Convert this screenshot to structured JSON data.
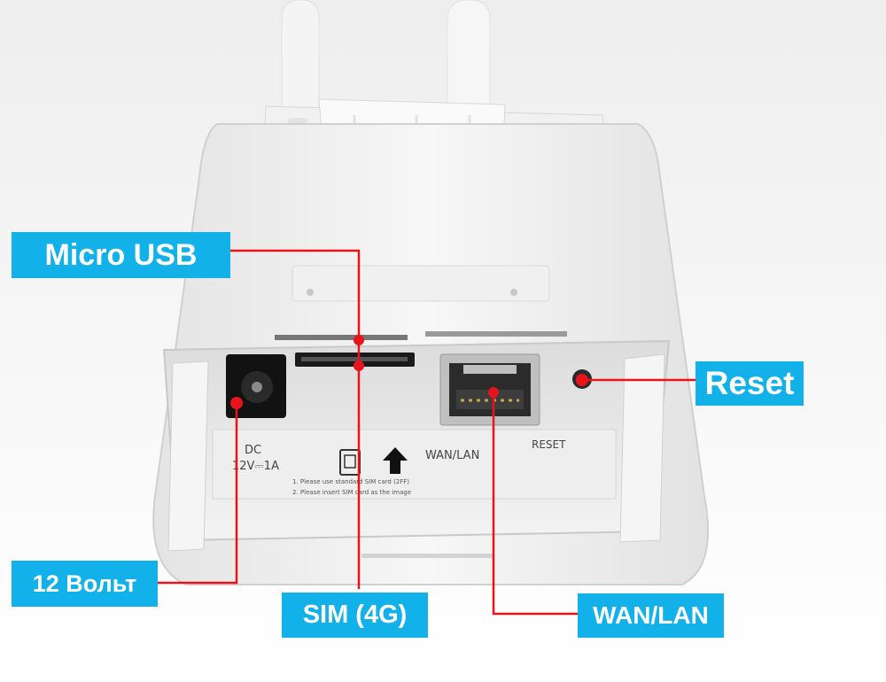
{
  "colors": {
    "callout_bg": "#12b1ea",
    "leader_line": "#e8141c",
    "device_body": "#f2f2f2",
    "background": "#ffffff"
  },
  "device": {
    "port_label_dc": "DC",
    "port_label_rating": "12V⎓1A",
    "port_label_wan": "WAN/LAN",
    "port_label_reset": "RESET",
    "sticker_line_1": "1. Please use standard SIM card (2FF)",
    "sticker_line_2": "2. Please insert SIM card as the image"
  },
  "callouts": {
    "micro_usb": "Micro USB",
    "reset": "Reset",
    "power_12v": "12 Вольт",
    "sim_4g": "SIM (4G)",
    "wan_lan": "WAN/LAN"
  }
}
